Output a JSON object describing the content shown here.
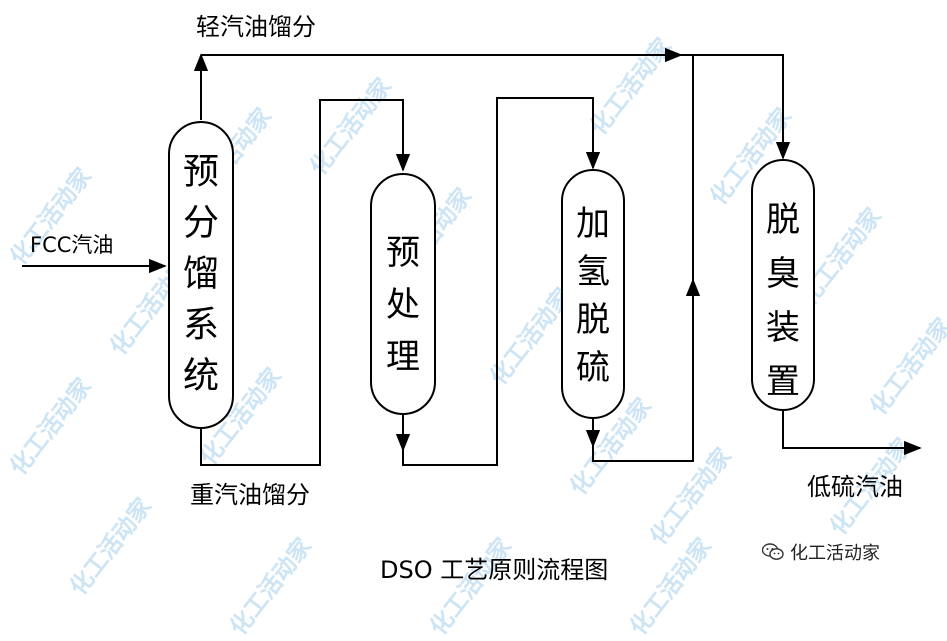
{
  "diagram": {
    "caption": "DSO 工艺原则流程图",
    "feed_label": "FCC汽油",
    "light_fraction_label": "轻汽油馏分",
    "heavy_fraction_label": "重汽油馏分",
    "product_label": "低硫汽油",
    "units": [
      {
        "id": "prefractionator",
        "label": "预分馏系统",
        "chars": [
          "预",
          "分",
          "馏",
          "系",
          "统"
        ]
      },
      {
        "id": "pretreatment",
        "label": "预处理",
        "chars": [
          "预",
          "处",
          "理"
        ]
      },
      {
        "id": "hydrodesulfurization",
        "label": "加氢脱硫",
        "chars": [
          "加",
          "氢",
          "脱",
          "硫"
        ]
      },
      {
        "id": "sweetening",
        "label": "脱臭装置",
        "chars": [
          "脱",
          "臭",
          "装",
          "置"
        ]
      }
    ]
  },
  "watermark": {
    "text": "化工活动家"
  },
  "brand": {
    "icon": "wechat-icon",
    "name": "化工活动家"
  }
}
